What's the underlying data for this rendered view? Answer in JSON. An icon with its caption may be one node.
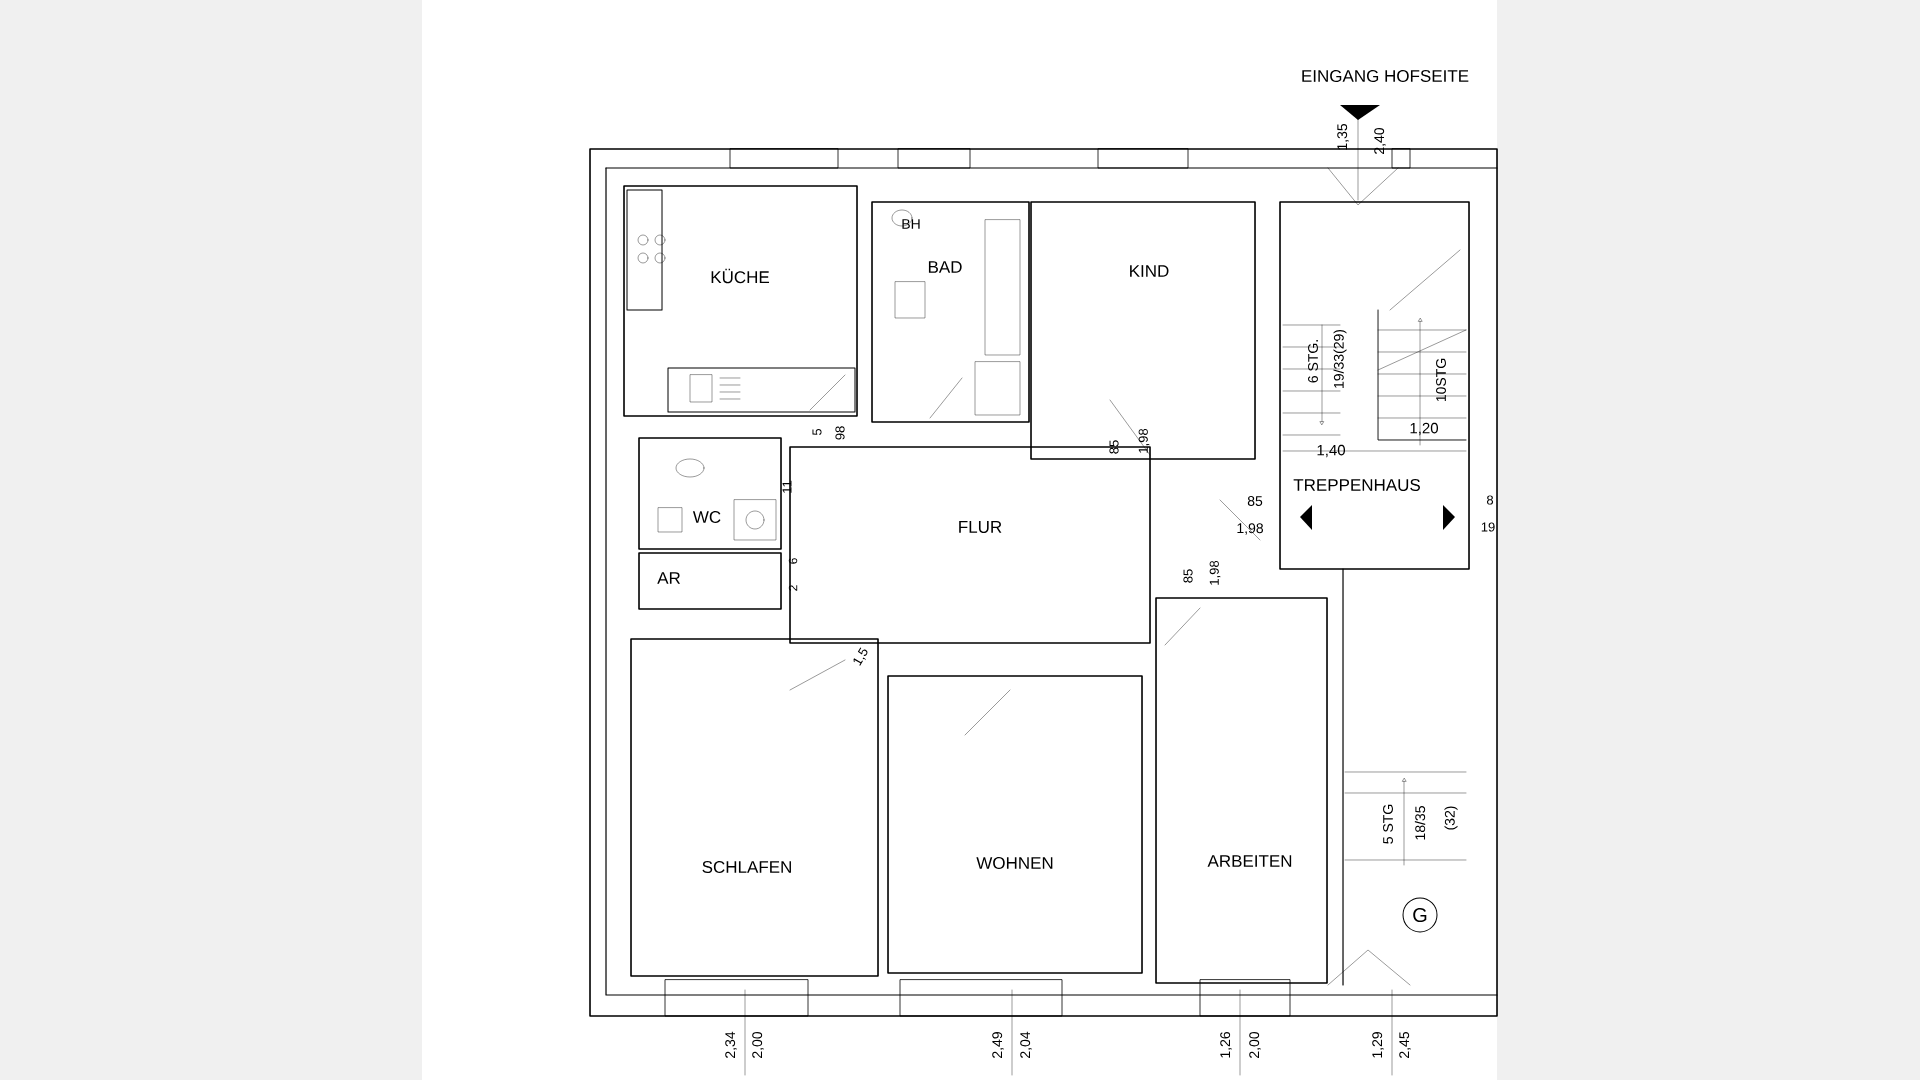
{
  "diagram": {
    "nodes": [
      {
        "text": [
          "KÜCHE"
        ]
      },
      {
        "text": [
          "BAD"
        ]
      },
      {
        "text": [
          "KIND"
        ]
      },
      {
        "text": [
          "TREPPENHAUS"
        ]
      },
      {
        "text": [
          "WC"
        ]
      },
      {
        "text": [
          "AR"
        ]
      },
      {
        "text": [
          "FLUR"
        ]
      },
      {
        "text": [
          "SCHLAFEN"
        ]
      },
      {
        "text": [
          "WOHNEN"
        ]
      },
      {
        "text": [
          "ARBEITEN"
        ]
      },
      {
        "text": [
          "G"
        ]
      }
    ],
    "labels": [
      "EINGANG HOFSEITE",
      "1,35",
      "2,40",
      "BH",
      "6 STG.",
      "19/33(29)",
      "10STG",
      "1,40",
      "1,20",
      "5",
      "98",
      "85",
      "1,98",
      "11",
      "85",
      "1,98",
      "8",
      "19",
      "85",
      "1,98",
      "1,5",
      "5 STG",
      "18/35",
      "(32)",
      "2,34",
      "2,00",
      "2,49",
      "2,04",
      "1,26",
      "2,00",
      "1,29",
      "2,45",
      "6",
      "2"
    ]
  }
}
